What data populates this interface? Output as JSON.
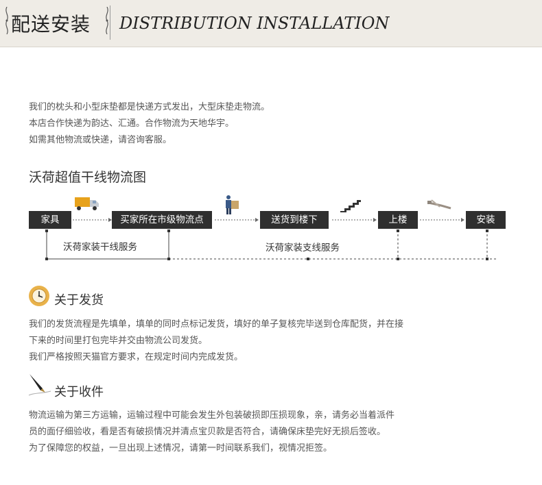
{
  "header": {
    "title_cn": "配送安装",
    "title_en": "DISTRIBUTION INSTALLATION"
  },
  "intro": {
    "lines": [
      "我们的枕头和小型床垫都是快递方式发出，大型床垫走物流。",
      "本店合作快递为韵达、汇通。合作物流为天地华宇。",
      "如需其他物流或快递，请咨询客服。"
    ]
  },
  "flow": {
    "title": "沃荷超值干线物流图",
    "steps": [
      "家具",
      "买家所在市级物流点",
      "送货到楼下",
      "上楼",
      "安装"
    ],
    "trunk_service": "沃荷家装干线服务",
    "branch_service": "沃荷家装支线服务",
    "icons": [
      "truck-icon",
      "porter-icon",
      "stairs-icon",
      "tools-icon"
    ]
  },
  "shipping": {
    "title": "关于发货",
    "icon": "clock-icon",
    "lines": [
      "我们的发货流程是先填单，填单的同时点标记发货，填好的单子复核完毕送到仓库配货，并在接",
      "下来的时间里打包完毕并交由物流公司发货。",
      "我们严格按照天猫官方要求，在规定时间内完成发货。"
    ]
  },
  "receiving": {
    "title": "关于收件",
    "icon": "pen-icon",
    "lines": [
      "物流运输为第三方运输，运输过程中可能会发生外包装破损即压损现象，亲，请务必当着派件",
      "员的面仔细验收，看是否有破损情况并清点宝贝款是否符合，请确保床垫完好无损后签收。",
      "为了保障您的权益，一旦出现上述情况，请第一时间联系我们，视情况拒签。"
    ]
  },
  "colors": {
    "banner_bg": "#efece6",
    "box_bg": "#2f2f2f",
    "text": "#555555"
  }
}
